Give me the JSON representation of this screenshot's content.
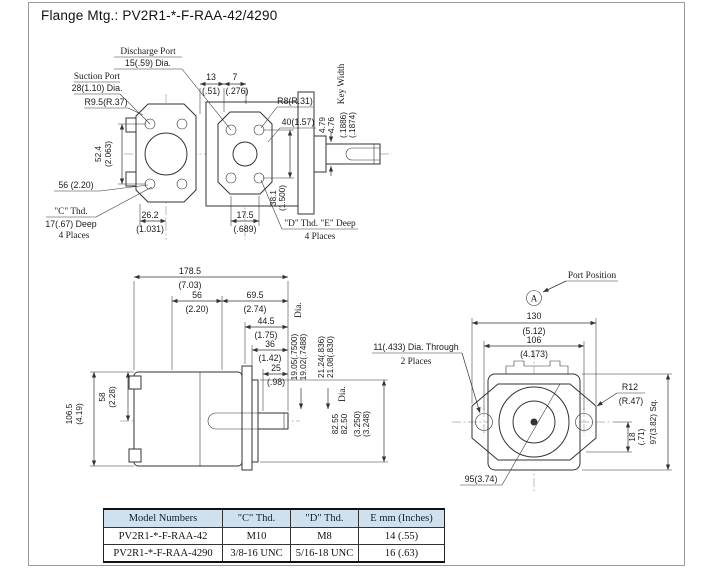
{
  "page": {
    "title": "Flange Mtg.: PV2R1-*-F-RAA-42/4290"
  },
  "front_view": {
    "discharge_port_line1": "Discharge Port",
    "discharge_port_line2": "15(.59) Dia.",
    "suction_port_line1": "Suction Port",
    "suction_port_line2": "28(1.10) Dia.",
    "radius_r95": "R9.5(R.37)",
    "dim13_mm": "13",
    "dim13_in": "(.51)",
    "dim7_mm": "7",
    "dim7_in": "(.276)",
    "radius_r8": "R8(R.31)",
    "dim40": "40(1.57)",
    "key_width_label": "Key Width",
    "key_mm_max": "4.79",
    "key_mm_min": "4.76",
    "key_in_max": "(.1886)",
    "key_in_min": "(.1874)",
    "dim524_mm": "52.4",
    "dim524_in": "(2.063)",
    "dim56": "56 (2.20)",
    "c_thd_line1": "\"C\" Thd.",
    "c_thd_line2": "17(.67) Deep",
    "c_thd_line3": "4 Places",
    "dim262_mm": "26.2",
    "dim262_in": "(1.031)",
    "dim175_mm": "17.5",
    "dim175_in": "(.689)",
    "dim381_mm": "38.1",
    "dim381_in": "(1.500)",
    "d_thd_line1": "\"D\" Thd. \"E\" Deep",
    "d_thd_line2": "4 Places"
  },
  "side_view": {
    "dim1785_mm": "178.5",
    "dim1785_in": "(7.03)",
    "dim56_mm": "56",
    "dim56_in": "(2.20)",
    "dim695_mm": "69.5",
    "dim695_in": "(2.74)",
    "dim445_mm": "44.5",
    "dim445_in": "(1.75)",
    "dim36_mm": "36",
    "dim36_in": "(1.42)",
    "dim25_mm": "25",
    "dim25_in": "(.98)",
    "shaft_dia_label": "Dia.",
    "shaft_dia_max": "19.05(.7500)",
    "shaft_dia_min": "19.02(.7488)",
    "key_h_max": "21.24(.836)",
    "key_h_min": "21.08(.830)",
    "dim1065_mm": "106.5",
    "dim1065_in": "(4.19)",
    "dim58_mm": "58",
    "dim58_in": "(2.28)",
    "spigot_dia_label": "Dia.",
    "spigot_mm_max": "82.55",
    "spigot_mm_min": "82.50",
    "spigot_in_max": "(3.250)",
    "spigot_in_min": "(3.248)"
  },
  "rear_view": {
    "port_position": "Port Position",
    "port_letter": "A",
    "dim130_mm": "130",
    "dim130_in": "(5.12)",
    "dim106_mm": "106",
    "dim106_in": "(4.173)",
    "holes_line1": "11(.433) Dia. Through",
    "holes_line2": "2 Places",
    "radius_r12_line1": "R12",
    "radius_r12_line2": "(R.47)",
    "dim18_mm": "18",
    "dim18_in": "(.71)",
    "dim97": "97(3.82) Sq.",
    "dim95": "95(3.74)"
  },
  "table": {
    "header_bg": "#cfe1ef",
    "headers": [
      "Model Numbers",
      "\"C\" Thd.",
      "\"D\" Thd.",
      "E mm (Inches)"
    ],
    "rows": [
      {
        "model": "PV2R1-*-F-RAA-42",
        "c_thd": "M10",
        "d_thd": "M8",
        "e": "14 (.55)"
      },
      {
        "model": "PV2R1-*-F-RAA-4290",
        "c_thd": "3/8-16 UNC",
        "d_thd": "5/16-18 UNC",
        "e": "16 (.63)"
      }
    ]
  }
}
